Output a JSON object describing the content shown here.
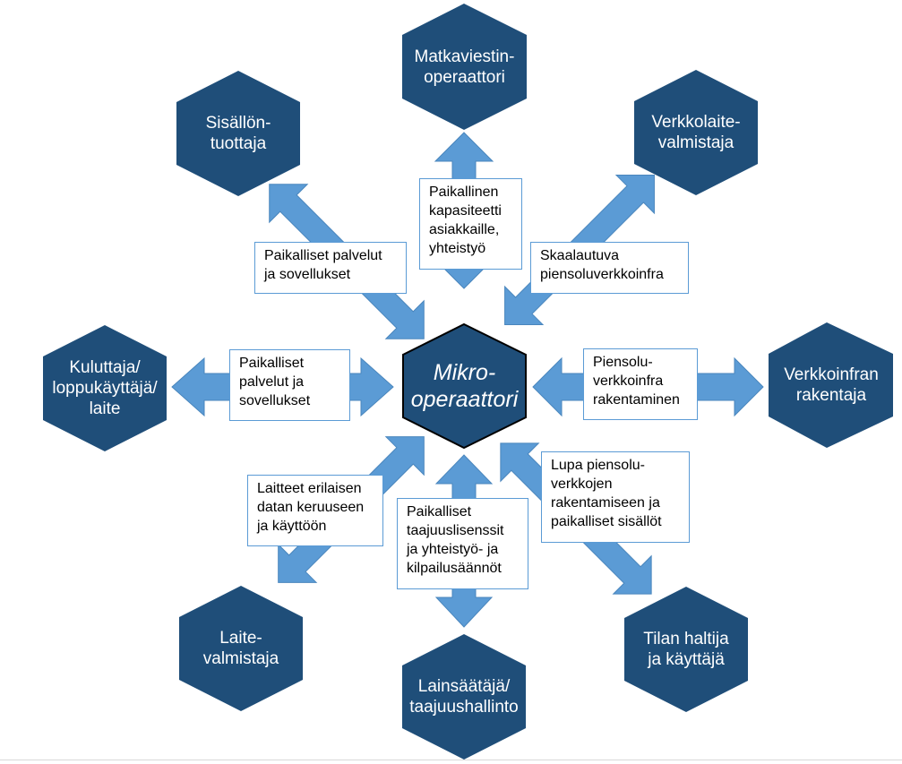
{
  "colors": {
    "hexagon": "#1f4e79",
    "center_fill": "#1f4e79",
    "center_stroke": "#000000",
    "arrow_fill": "#5b9bd5",
    "arrow_stroke": "#4a86bd",
    "box_border": "#5b9bd5"
  },
  "center": {
    "label": "Mikro-\noperaattori"
  },
  "stakeholders": {
    "mobile_operator": "Matkaviestin-\noperaattori",
    "content_producer": "Sisällön-\ntuottaja",
    "network_equipment_maker": "Verkkolaite-\nvalmistaja",
    "consumer": "Kuluttaja/\nloppukäyttäjä/\nlaite",
    "network_builder": "Verkkoinfran\nrakentaja",
    "device_maker": "Laite-\nvalmistaja",
    "regulator": "Lainsäätäjä/\ntaajuushallinto",
    "premises_owner": "Tilan haltija\nja käyttäjä"
  },
  "relations": {
    "top": "Paikallinen\nkapasiteetti\nasiakkaille,\nyhteistyö",
    "top_left": "Paikalliset palvelut\nja sovellukset",
    "top_right": "Skaalautuva\npiensoluverkkoinfra",
    "left": "Paikalliset\npalvelut ja\nsovellukset",
    "right": "Piensolu-\nverkkoinfra\nrakentaminen",
    "bottom_left": "Laitteet erilaisen\ndatan keruuseen\nja käyttöön",
    "bottom": "Paikalliset\ntaajuuslisenssit\nja yhteistyö- ja\nkilpailusäännöt",
    "bottom_right": "Lupa piensolu-\nverkkojen\nrakentamiseen ja\npaikalliset sisällöt"
  }
}
